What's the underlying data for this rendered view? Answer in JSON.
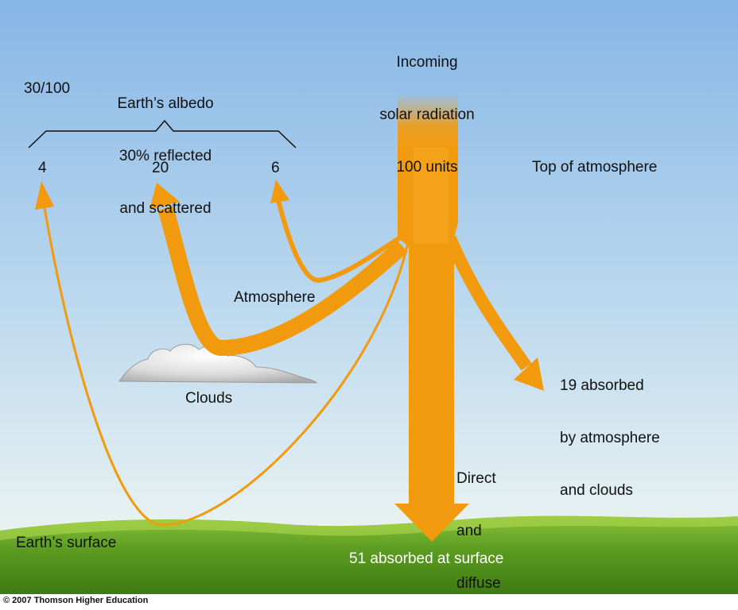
{
  "incoming": {
    "line1": "Incoming",
    "line2": "solar radiation",
    "line3": "100 units"
  },
  "albedo": {
    "line1": "Earth’s albedo",
    "line2": "30% reflected",
    "line3": "and scattered"
  },
  "ratio": "30/100",
  "reflected": {
    "surface": "4",
    "clouds": "20",
    "atmosphere": "6"
  },
  "top_of_atmosphere": "Top of atmosphere",
  "atmosphere_label": "Atmosphere",
  "clouds_label": "Clouds",
  "absorbed_atmosphere": {
    "line1": "19 absorbed",
    "line2": "by atmosphere",
    "line3": "and clouds"
  },
  "direct": {
    "line1": "Direct",
    "line2": "and",
    "line3": "diffuse"
  },
  "surface_label": "Earth’s surface",
  "absorbed_surface": "51 absorbed at surface",
  "copyright": "© 2007 Thomson Higher Education",
  "colors": {
    "arrow": "#F29A0E",
    "sky_top": "#86B6E6",
    "sky_bottom": "#E6F1F6",
    "ground": "#5E9E22"
  }
}
